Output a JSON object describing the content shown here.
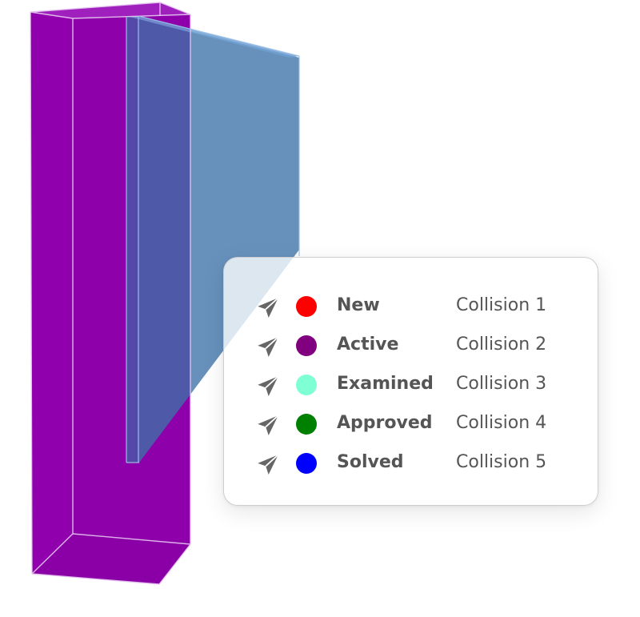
{
  "colors": {
    "box_face": "#9000AD",
    "box_side": "#7A0090",
    "box_edge": "#E6C8F0",
    "glass": "#3C72A8",
    "glass_edge": "#6FA0D2",
    "icon": "#666666",
    "text": "#555555"
  },
  "legend": {
    "rows": [
      {
        "status": "New",
        "collision": "Collision 1",
        "color": "#FF0000",
        "icon": "paper-plane-icon"
      },
      {
        "status": "Active",
        "collision": "Collision 2",
        "color": "#800080",
        "icon": "paper-plane-icon"
      },
      {
        "status": "Examined",
        "collision": "Collision 3",
        "color": "#7FFFD4",
        "icon": "paper-plane-icon"
      },
      {
        "status": "Approved",
        "collision": "Collision 4",
        "color": "#008000",
        "icon": "paper-plane-icon"
      },
      {
        "status": "Solved",
        "collision": "Collision 5",
        "color": "#0000FF",
        "icon": "paper-plane-icon"
      }
    ]
  }
}
